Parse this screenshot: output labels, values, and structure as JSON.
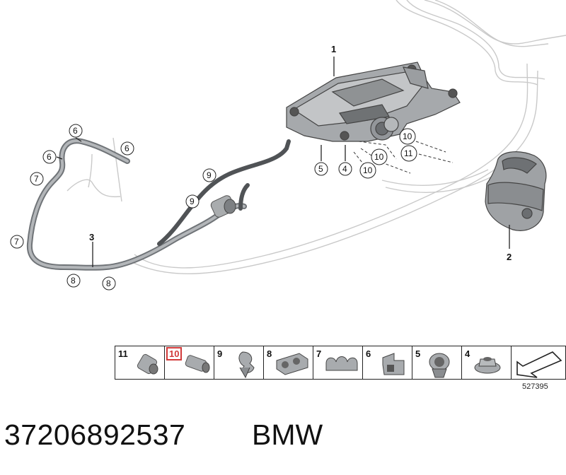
{
  "callouts": {
    "c1": "1",
    "c2": "2",
    "c3": "3",
    "c4": "4",
    "c5": "5",
    "c6a": "6",
    "c6b": "6",
    "c6c": "6",
    "c7a": "7",
    "c7b": "7",
    "c8a": "8",
    "c8b": "8",
    "c9a": "9",
    "c9b": "9",
    "c10a": "10",
    "c10b": "10",
    "c10c": "10",
    "c11": "11"
  },
  "legend": {
    "items": [
      {
        "label": "11"
      },
      {
        "label": "10",
        "highlighted": true
      },
      {
        "label": "9"
      },
      {
        "label": "8"
      },
      {
        "label": "7"
      },
      {
        "label": "6"
      },
      {
        "label": "5"
      },
      {
        "label": "4"
      },
      {
        "label": ""
      }
    ]
  },
  "diagram_id": "527395",
  "part_number": "37206892537",
  "brand": "BMW",
  "colors": {
    "highlight": "#d23a3a",
    "part_gray": "#8a8d90",
    "line_gray": "#c8c8c8"
  }
}
